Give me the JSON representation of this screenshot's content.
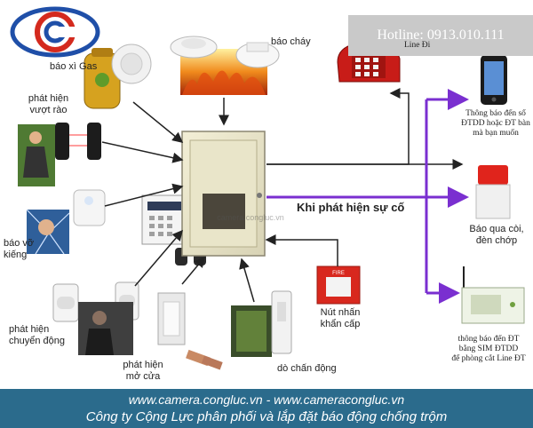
{
  "hotline": "Hotline: 0913.010.111",
  "line_out": "Line Đi",
  "center_caption": "Khi phát hiện sự cố",
  "devices": {
    "gas": "báo xì Gas",
    "fire": "báo cháy",
    "beam": [
      "phát hiện",
      "vượt rào"
    ],
    "glass": [
      "báo vỡ",
      "kiếng"
    ],
    "motion": [
      "phát hiện",
      "chuyển động"
    ],
    "door": [
      "phát hiện",
      "mở cửa"
    ],
    "vibration": "dò chấn động",
    "panic": [
      "Nút nhấn",
      "khẩn cấp"
    ]
  },
  "outputs": {
    "phone": [
      "Thông báo đến số",
      "ĐTDD hoặc ĐT bàn",
      "mà bạn muốn"
    ],
    "siren": [
      "Báo qua còi,",
      "đèn chớp"
    ],
    "gsm": [
      "thông báo đến ĐT",
      "bằng SIM ĐTDD",
      "để phòng cắt Line ĐT"
    ]
  },
  "panel_watermark": "camera.congluc.vn",
  "footer": {
    "line1": "www.camera.congluc.vn - www.cameracongluc.vn",
    "line2": "Công ty Cộng Lực phân phối và lắp đặt báo động chống trộm"
  },
  "colors": {
    "accent_purple": "#7a2fd0",
    "arrow": "#222222",
    "footer_bg": "#2b6b8c",
    "hotline_bg": "#c9c9c9",
    "logo_red": "#d42a1e",
    "logo_blue": "#1f4fa8"
  }
}
